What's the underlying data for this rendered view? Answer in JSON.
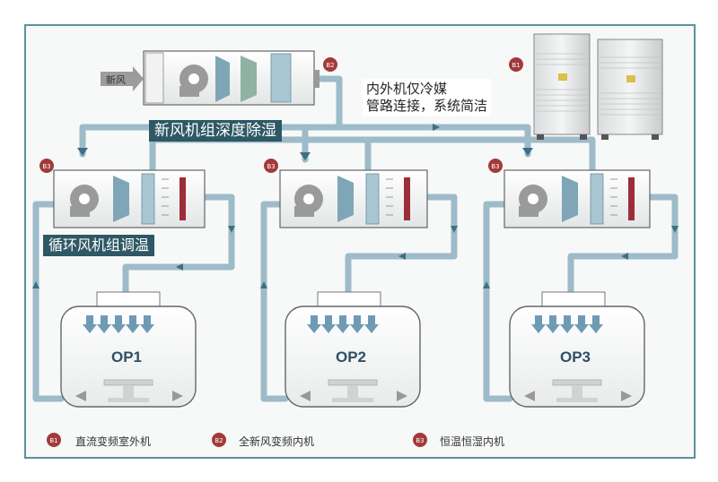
{
  "labels": {
    "fresh_air_unit": "新风机组深度除湿",
    "circulation_unit": "循环风机组调温",
    "outdoor_note_line1": "内外机仅冷媒",
    "outdoor_note_line2": "管路连接，系统简洁",
    "fresh_air_inlet": "新风"
  },
  "badges": {
    "b1": "B1",
    "b2": "B2",
    "b3": "B3"
  },
  "rooms": [
    {
      "name": "OP1"
    },
    {
      "name": "OP2"
    },
    {
      "name": "OP3"
    }
  ],
  "legend": [
    {
      "badge": "B1",
      "text": "直流变频室外机"
    },
    {
      "badge": "B2",
      "text": "全新风变频内机"
    },
    {
      "badge": "B3",
      "text": "恒温恒湿内机"
    }
  ],
  "colors": {
    "duct": "#9dbbc8",
    "duct_dark": "#7a9fae",
    "label_bg": "#2e5865",
    "badge": "#a33a3a"
  }
}
